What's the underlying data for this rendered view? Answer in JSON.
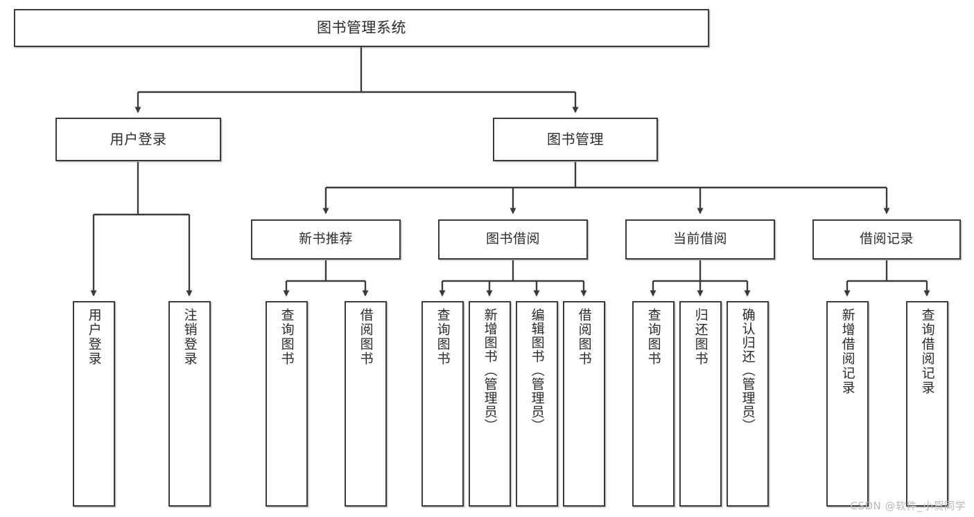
{
  "diagram": {
    "title": "图书管理系统",
    "type": "tree-hierarchy",
    "stroke_color": "#3a3a3a",
    "background_color": "#ffffff",
    "text_color": "#2b2b2b"
  },
  "nodes": {
    "root": {
      "label": "图书管理系统"
    },
    "level2": [
      {
        "id": "user-login",
        "label": "用户登录"
      },
      {
        "id": "book-manage",
        "label": "图书管理"
      }
    ],
    "level3": [
      {
        "id": "new-book-recommend",
        "label": "新书推荐"
      },
      {
        "id": "book-borrow",
        "label": "图书借阅"
      },
      {
        "id": "current-borrow",
        "label": "当前借阅"
      },
      {
        "id": "borrow-record",
        "label": "借阅记录"
      }
    ],
    "leaves": {
      "user_login": [
        {
          "id": "leaf-user-login",
          "label": "用户登录"
        },
        {
          "id": "leaf-user-logout",
          "label": "注销登录"
        }
      ],
      "new_book_recommend": [
        {
          "id": "leaf-query-book-1",
          "label": "查询图书"
        },
        {
          "id": "leaf-borrow-book-1",
          "label": "借阅图书"
        }
      ],
      "book_borrow": [
        {
          "id": "leaf-query-book-2",
          "label": "查询图书"
        },
        {
          "id": "leaf-add-book",
          "label": "新增图书（管理员）"
        },
        {
          "id": "leaf-edit-book",
          "label": "编辑图书（管理员）"
        },
        {
          "id": "leaf-borrow-book-2",
          "label": "借阅图书"
        }
      ],
      "current_borrow": [
        {
          "id": "leaf-query-book-3",
          "label": "查询图书"
        },
        {
          "id": "leaf-return-book",
          "label": "归还图书"
        },
        {
          "id": "leaf-confirm-return",
          "label": "确认归还（管理员）"
        }
      ],
      "borrow_record": [
        {
          "id": "leaf-add-record",
          "label": "新增借阅记录"
        },
        {
          "id": "leaf-query-record",
          "label": "查询借阅记录"
        }
      ]
    }
  },
  "watermark": {
    "text": "CSDN @软件_小贺同学"
  }
}
